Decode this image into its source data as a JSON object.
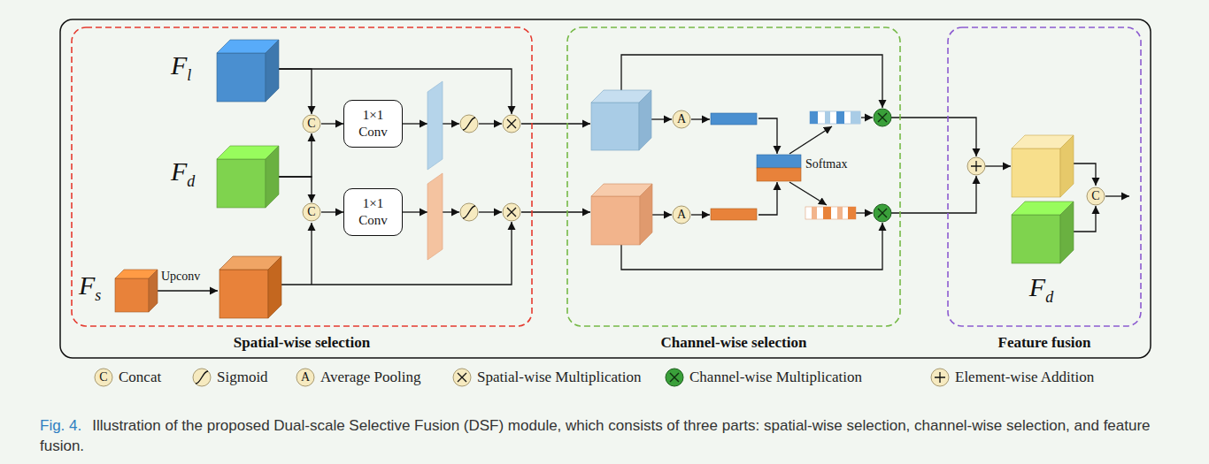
{
  "diagram": {
    "caption": "Illustration of the proposed Dual-scale Selective Fusion (DSF) module, which consists of three parts: spatial-wise selection, channel-wise selection, and feature fusion.",
    "nodes": [
      {
        "text": [
          "Spatial-wise selection"
        ]
      },
      {
        "text": [
          "Channel-wise selection"
        ]
      },
      {
        "text": [
          "Feature fusion"
        ]
      },
      {
        "text": [
          "Fl"
        ],
        "in": 0
      },
      {
        "text": [
          "Fd"
        ],
        "in": 0
      },
      {
        "text": [
          "Fs"
        ],
        "in": 0
      },
      {
        "text": [
          "C"
        ],
        "in": 0
      },
      {
        "text": [
          "C"
        ],
        "in": 0
      },
      {
        "text": [
          "1×1 Conv"
        ],
        "in": 0
      },
      {
        "text": [
          "1×1 Conv"
        ],
        "in": 0
      },
      {
        "text": [
          "A"
        ],
        "in": 1
      },
      {
        "text": [
          "A"
        ],
        "in": 1
      },
      {
        "text": [
          "C"
        ],
        "in": 2
      },
      {
        "text": [
          "Fd"
        ],
        "in": 2
      }
    ],
    "edges": [
      {
        "from": 3,
        "to": 6,
        "arrow": "to"
      },
      {
        "from": 4,
        "to": 6,
        "arrow": "to"
      },
      {
        "from": 4,
        "to": 7,
        "arrow": "to"
      },
      {
        "from": 6,
        "to": 8,
        "arrow": "to"
      },
      {
        "from": 7,
        "to": 9,
        "arrow": "to"
      },
      {
        "from": 13,
        "to": 12,
        "arrow": "to"
      }
    ],
    "labels": [
      "Upconv",
      "Softmax",
      "C",
      "A",
      "Fig. 4."
    ],
    "legend": [
      {
        "text": "Concat"
      },
      {
        "text": "Sigmoid"
      },
      {
        "text": "Average Pooling"
      },
      {
        "text": "Spatial-wise Multiplication"
      },
      {
        "text": "Channel-wise Multiplication"
      },
      {
        "text": "Element-wise Addition"
      }
    ]
  }
}
